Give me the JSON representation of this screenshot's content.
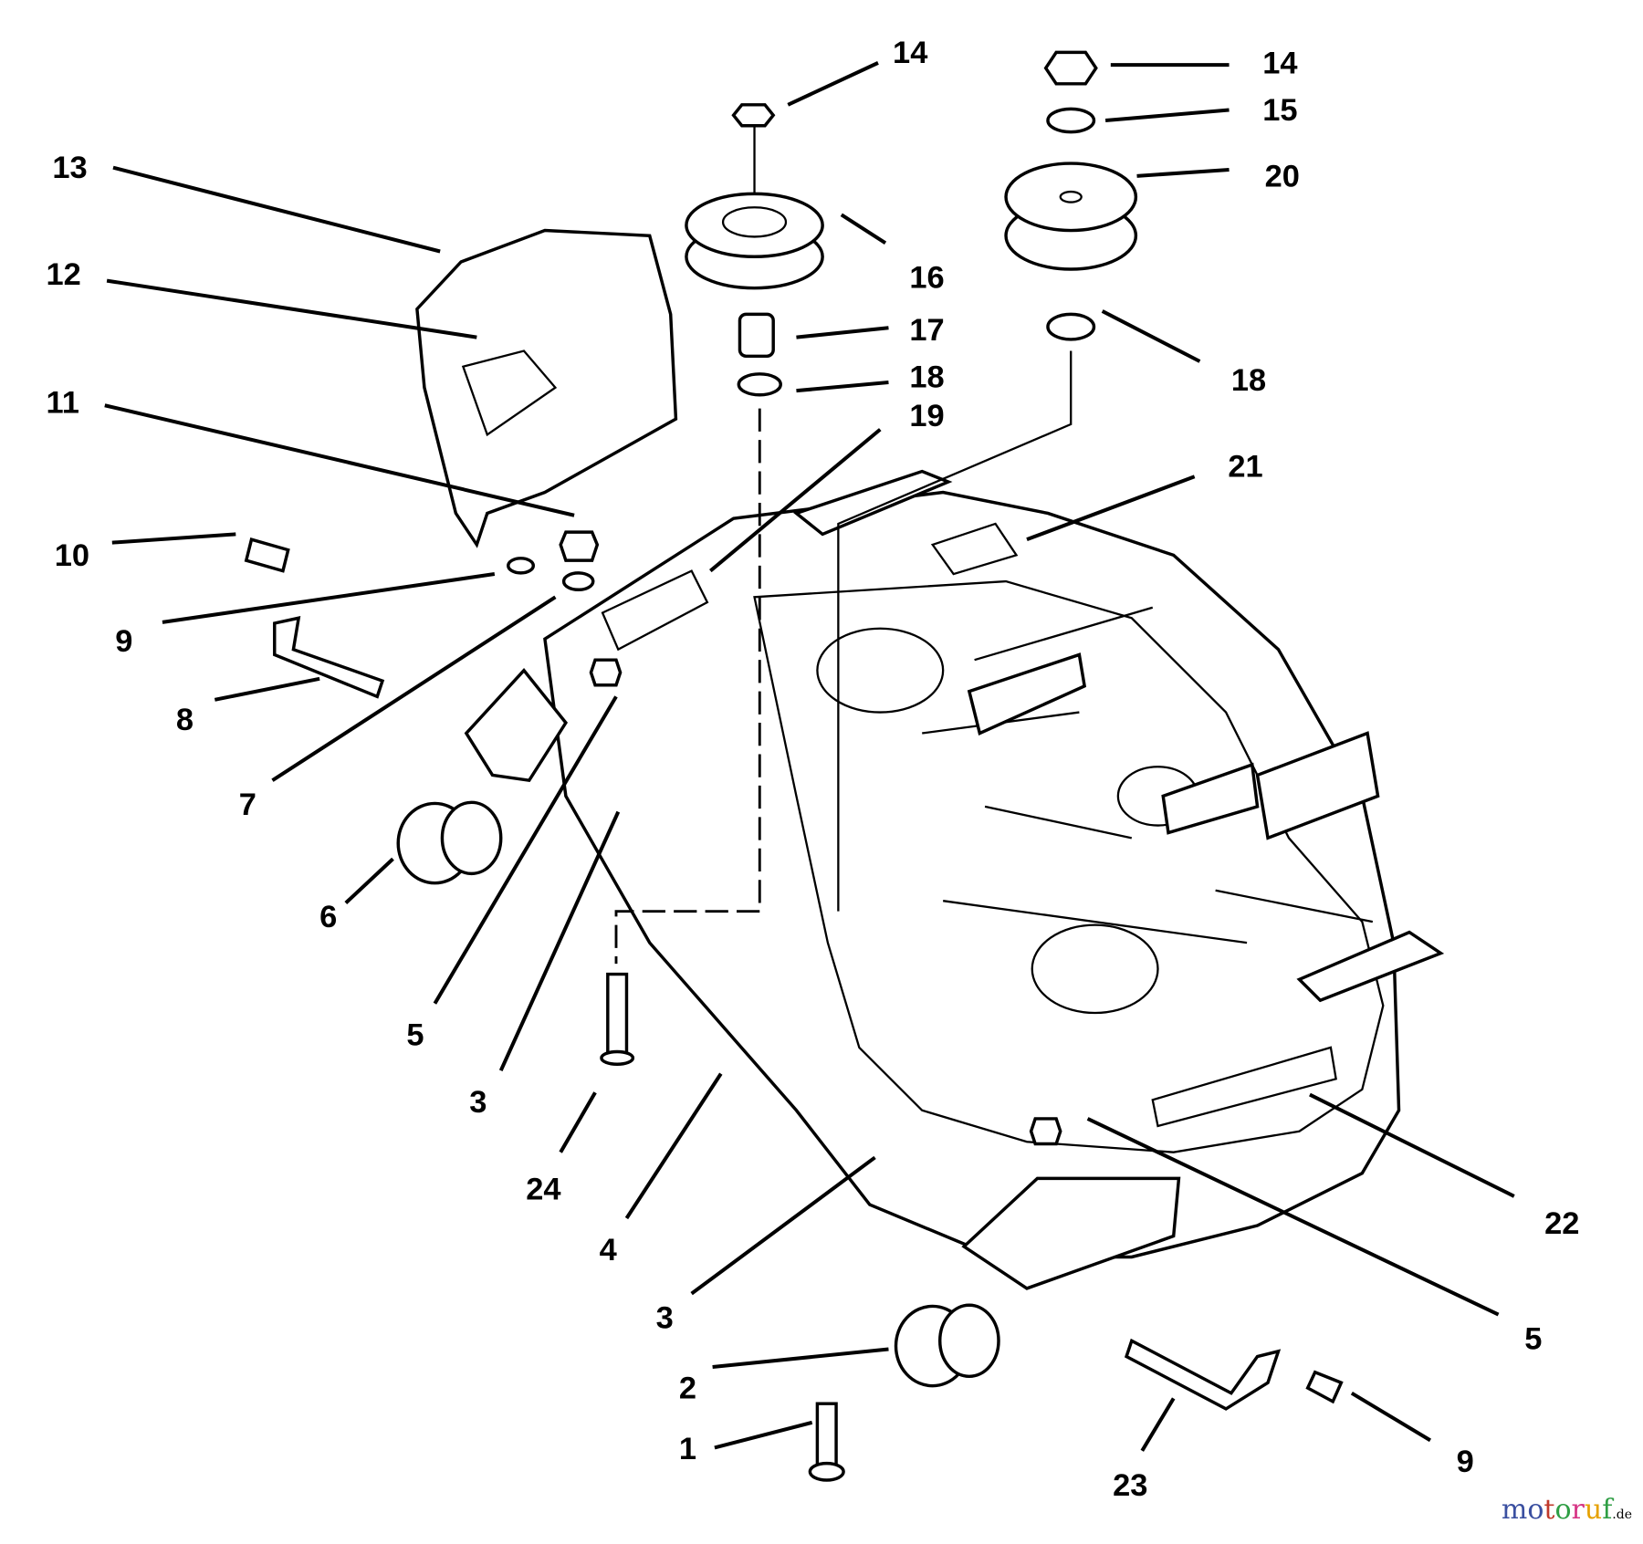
{
  "diagram": {
    "callouts": [
      "14",
      "14",
      "15",
      "20",
      "16",
      "17",
      "18",
      "19",
      "18",
      "21",
      "13",
      "12",
      "11",
      "10",
      "9",
      "8",
      "7",
      "6",
      "5",
      "3",
      "24",
      "4",
      "3",
      "2",
      "1",
      "23",
      "9",
      "5",
      "22"
    ]
  },
  "watermark": {
    "letters": [
      "m",
      "o",
      "t",
      "o",
      "r",
      "u",
      "f"
    ],
    "colors": [
      "#3a4fa0",
      "#3a4fa0",
      "#c0392b",
      "#2f9e44",
      "#d63384",
      "#e6a100",
      "#2f9e44"
    ],
    "suffix": ".de"
  }
}
